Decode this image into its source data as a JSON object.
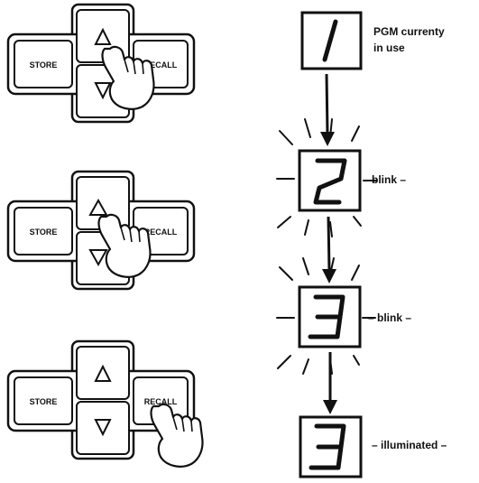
{
  "panels": [
    {
      "store_label": "STORE",
      "recall_label": "RECALL",
      "pressed": "up-button"
    },
    {
      "store_label": "STORE",
      "recall_label": "RECALL",
      "pressed": "up-button"
    },
    {
      "store_label": "STORE",
      "recall_label": "RECALL",
      "pressed": "recall-button"
    }
  ],
  "steps": [
    {
      "digit": "1",
      "label_line1": "PGM currenty",
      "label_line2": "in use",
      "state": "steady"
    },
    {
      "digit": "2",
      "label": "– blink –",
      "state": "blink"
    },
    {
      "digit": "3",
      "label": "– blink –",
      "state": "blink"
    },
    {
      "digit": "3",
      "label": "– illuminated –",
      "state": "steady"
    }
  ],
  "colors": {
    "ink": "#111111",
    "paper": "#ffffff"
  }
}
